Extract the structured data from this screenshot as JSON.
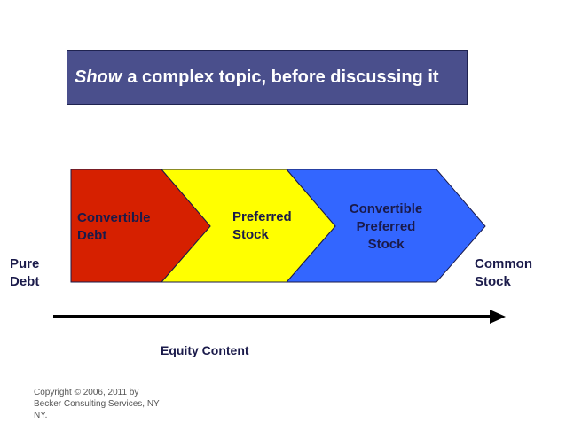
{
  "title": {
    "emphasis": "Show",
    "rest": "a complex topic, before discussing it"
  },
  "chevrons": [
    {
      "line1": "Convertible",
      "line2": "Debt",
      "line3": "",
      "color": "#d62000"
    },
    {
      "line1": "Preferred",
      "line2": "Stock",
      "line3": "",
      "color": "#ffff00"
    },
    {
      "line1": "Convertible",
      "line2": "Preferred",
      "line3": "Stock",
      "color": "#3366ff"
    }
  ],
  "axis": {
    "left_line1": "Pure",
    "left_line2": "Debt",
    "right_line1": "Common",
    "right_line2": "Stock",
    "caption": "Equity Content"
  },
  "copyright": "Copyright © 2006, 2011 by Becker Consulting Services, NY NY.",
  "colors": {
    "title_bg": "#4a4f8c",
    "text": "#1a1a4a",
    "arrow": "#000000"
  }
}
